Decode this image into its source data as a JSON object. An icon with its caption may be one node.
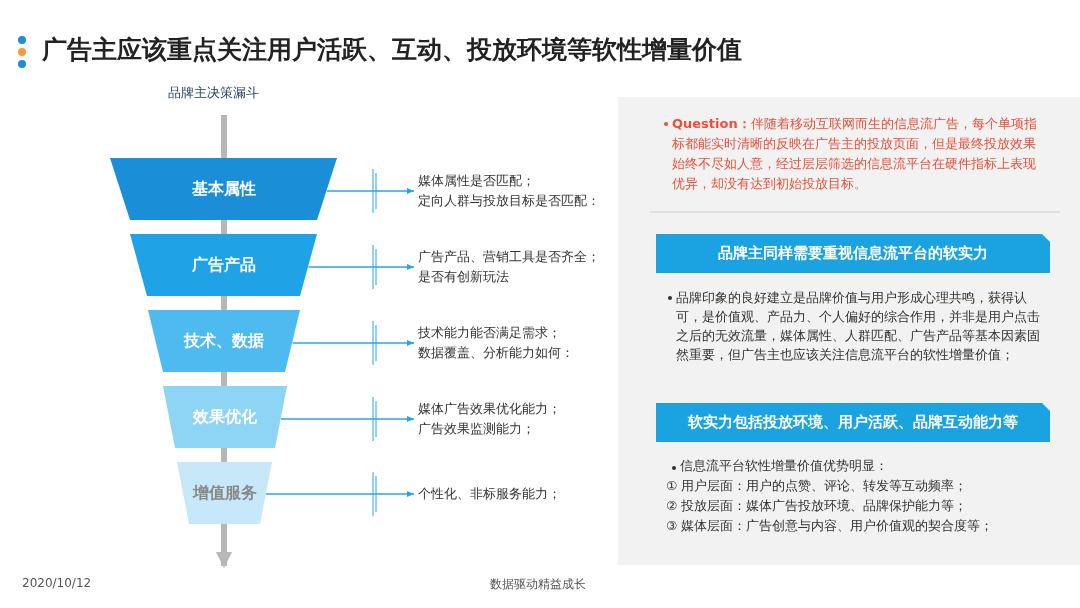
{
  "diagram": {
    "title": "广告主应该重点关注用户活跃、互动、投放环境等软性增量价值",
    "nodes": [
      {
        "text": [
          "基本属性"
        ]
      },
      {
        "text": [
          "广告产品"
        ]
      },
      {
        "text": [
          "技术、数据"
        ]
      },
      {
        "text": [
          "效果优化"
        ]
      },
      {
        "text": [
          "增值服务"
        ]
      },
      {
        "text": [
          "媒体属性是否匹配；",
          "定向人群与投放目标是否匹配："
        ]
      },
      {
        "text": [
          "广告产品、营销工具是否齐全；",
          "是否有创新玩法"
        ]
      },
      {
        "text": [
          "技术能力能否满足需求；",
          "数据覆盖、分析能力如何："
        ]
      },
      {
        "text": [
          "媒体广告效果优化能力；",
          "广告效果监测能力；"
        ]
      },
      {
        "text": [
          "个性化、非标服务能力；"
        ]
      },
      {
        "text": [
          "品牌主同样需要重视信息流平台的软实力"
        ]
      },
      {
        "text": [
          "软实力包括投放环境、用户活跃、品牌互动能力等"
        ]
      }
    ],
    "edges": [
      {
        "from": 0,
        "to": 5,
        "arrow": "to"
      },
      {
        "from": 1,
        "to": 6,
        "arrow": "to"
      },
      {
        "from": 2,
        "to": 7,
        "arrow": "to"
      },
      {
        "from": 3,
        "to": 8,
        "arrow": "to"
      },
      {
        "from": 4,
        "to": 9,
        "arrow": "to"
      }
    ],
    "labels": [
      "品牌主决策漏斗",
      "**Question：**伴随着移动互联网而生的信息流广告，每个单项指标都能实时清晰的反映在广告主的投放页面，但是最终投放效果始终不尽如人意，经过层层筛选的信息流平台在硬件指标上表现优异，却没有达到初始投放目标。",
      "品牌印象的良好建立是品牌价值与用户形成心理共鸣，获得认可，是价值观、产品力、个人偏好的综合作用，并非是用户点击之后的无效流量，媒体属性、人群匹配、广告产品等基本因素固然重要，但广告主也应该关注信息流平台的软性增量价值；",
      "信息流平台软性增量价值优势明显：",
      "① 用户层面：用户的点赞、评论、转发等互动频率；",
      "② 投放层面：媒体广告投放环境、品牌保护能力等；",
      "③ 媒体层面：广告创意与内容、用户价值观的契合度等；",
      "2020/10/12",
      "数据驱动精益成长"
    ]
  }
}
